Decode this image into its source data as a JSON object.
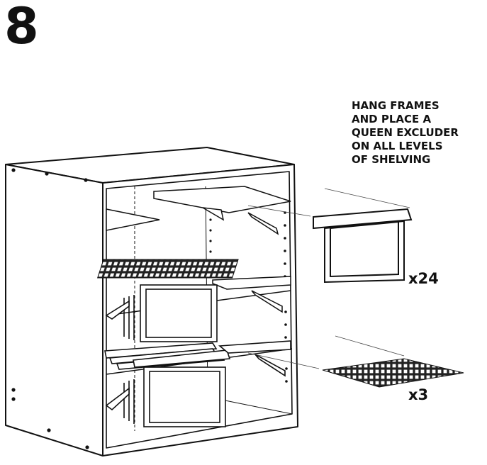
{
  "step": {
    "number": "8"
  },
  "instruction": {
    "lines": [
      "HANG FRAMES",
      "AND PLACE A",
      "QUEEN EXCLUDER",
      "ON ALL LEVELS",
      "OF SHELVING"
    ]
  },
  "parts": {
    "frames": {
      "quantity": "x24"
    },
    "excluders": {
      "quantity": "x3"
    }
  }
}
